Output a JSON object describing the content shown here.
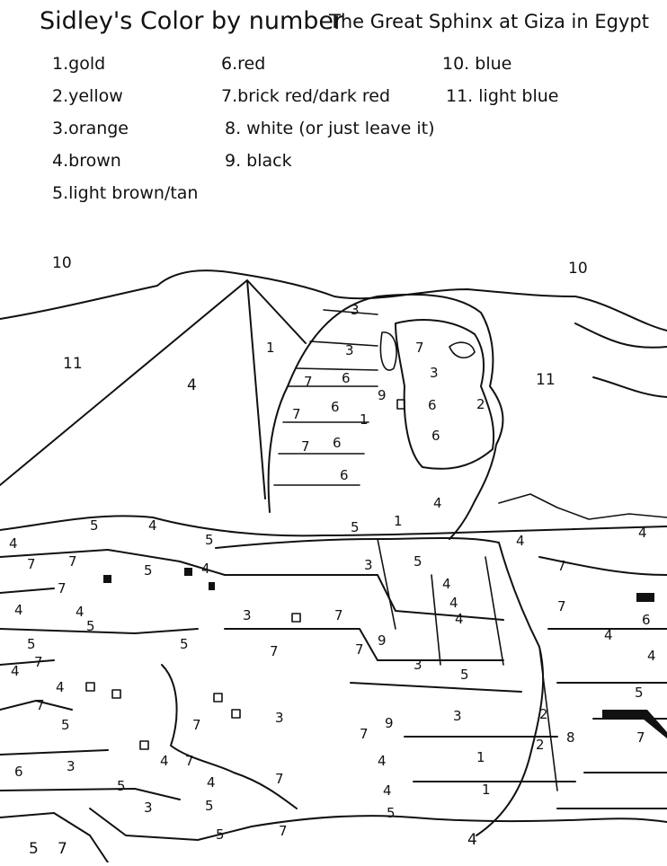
{
  "header": {
    "title": "Sidley's Color by number",
    "subtitle": "The Great Sphinx at Giza in Egypt"
  },
  "legend": [
    {
      "key": "1",
      "text": "1.gold"
    },
    {
      "key": "2",
      "text": "2.yellow"
    },
    {
      "key": "3",
      "text": "3.orange"
    },
    {
      "key": "4",
      "text": "4.brown"
    },
    {
      "key": "5",
      "text": "5.light brown/tan"
    },
    {
      "key": "6",
      "text": "6.red"
    },
    {
      "key": "7",
      "text": "7.brick red/dark red"
    },
    {
      "key": "8",
      "text": "8. white (or just leave it)"
    },
    {
      "key": "9",
      "text": "9. black"
    },
    {
      "key": "10",
      "text": "10. blue"
    },
    {
      "key": "11",
      "text": "11. light blue"
    }
  ],
  "labels": {
    "sky_left": "10",
    "sky_right": "10",
    "light_left": "11",
    "light_right": "11",
    "pyramid": "4",
    "pyramid_edge": "1",
    "n3": "3",
    "n7": "7",
    "n6": "6",
    "n1": "1",
    "n4": "4",
    "n5": "5",
    "n9": "9",
    "n8": "8",
    "n2": "2"
  }
}
